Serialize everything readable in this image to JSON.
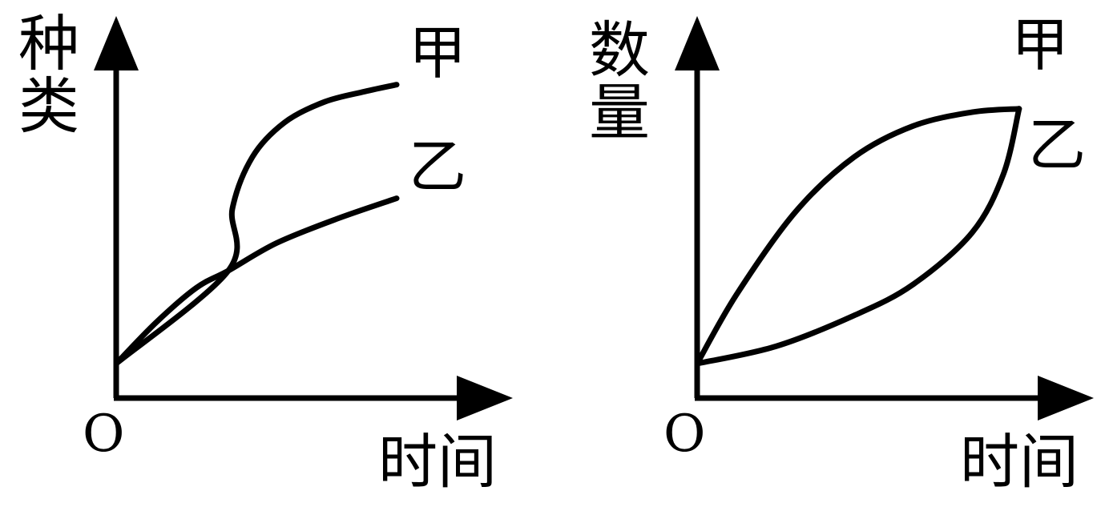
{
  "chart_data": [
    {
      "type": "line",
      "ylabel": "种类",
      "xlabel": "时间",
      "origin_label": "O",
      "grid": false,
      "legend": "inline end labels",
      "xlim": [
        0,
        10
      ],
      "ylim": [
        0,
        10
      ],
      "series": [
        {
          "name": "甲",
          "x": [
            0,
            2.8,
            2.9,
            3.4,
            4.2,
            5.2,
            6.2,
            7.0
          ],
          "y": [
            1,
            3.7,
            5.5,
            7.0,
            8.0,
            8.6,
            8.9,
            9.1
          ]
        },
        {
          "name": "乙",
          "x": [
            0,
            1.0,
            2.0,
            2.8,
            4.0,
            5.5,
            7.0
          ],
          "y": [
            1,
            2.2,
            3.2,
            3.7,
            4.5,
            5.2,
            5.8
          ]
        }
      ]
    },
    {
      "type": "line",
      "ylabel": "数量",
      "xlabel": "时间",
      "origin_label": "O",
      "grid": false,
      "legend": "inline end labels",
      "xlim": [
        0,
        10
      ],
      "ylim": [
        0,
        10
      ],
      "series": [
        {
          "name": "甲",
          "x": [
            0,
            1.0,
            2.5,
            4.0,
            5.5,
            7.0,
            8.2
          ],
          "y": [
            1,
            3.0,
            5.4,
            7.0,
            7.9,
            8.3,
            8.4
          ]
        },
        {
          "name": "乙",
          "x": [
            0,
            2.0,
            4.0,
            5.5,
            7.0,
            7.8,
            8.2
          ],
          "y": [
            1,
            1.5,
            2.4,
            3.3,
            4.8,
            6.5,
            8.4
          ]
        }
      ]
    }
  ]
}
